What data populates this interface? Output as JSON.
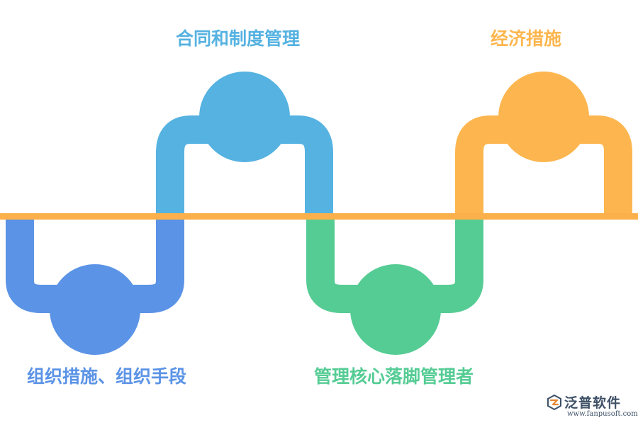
{
  "colors": {
    "axis": "#fbb04b",
    "blue": "#5b93e6",
    "sky": "#55b2e1",
    "green": "#55cc94",
    "orange": "#fdb64f",
    "logo": "#3d5066"
  },
  "items": [
    {
      "label": "组织措施、组织手段",
      "color": "#5b93e6",
      "position": "below"
    },
    {
      "label": "合同和制度管理",
      "color": "#55b2e1",
      "position": "above"
    },
    {
      "label": "管理核心落脚管理者",
      "color": "#55cc94",
      "position": "below"
    },
    {
      "label": "经济措施",
      "color": "#fdb64f",
      "position": "above"
    }
  ],
  "logo": {
    "name": "泛普软件",
    "url": "www.fanpusoft.com",
    "icon": "fanpu-logo-icon"
  }
}
